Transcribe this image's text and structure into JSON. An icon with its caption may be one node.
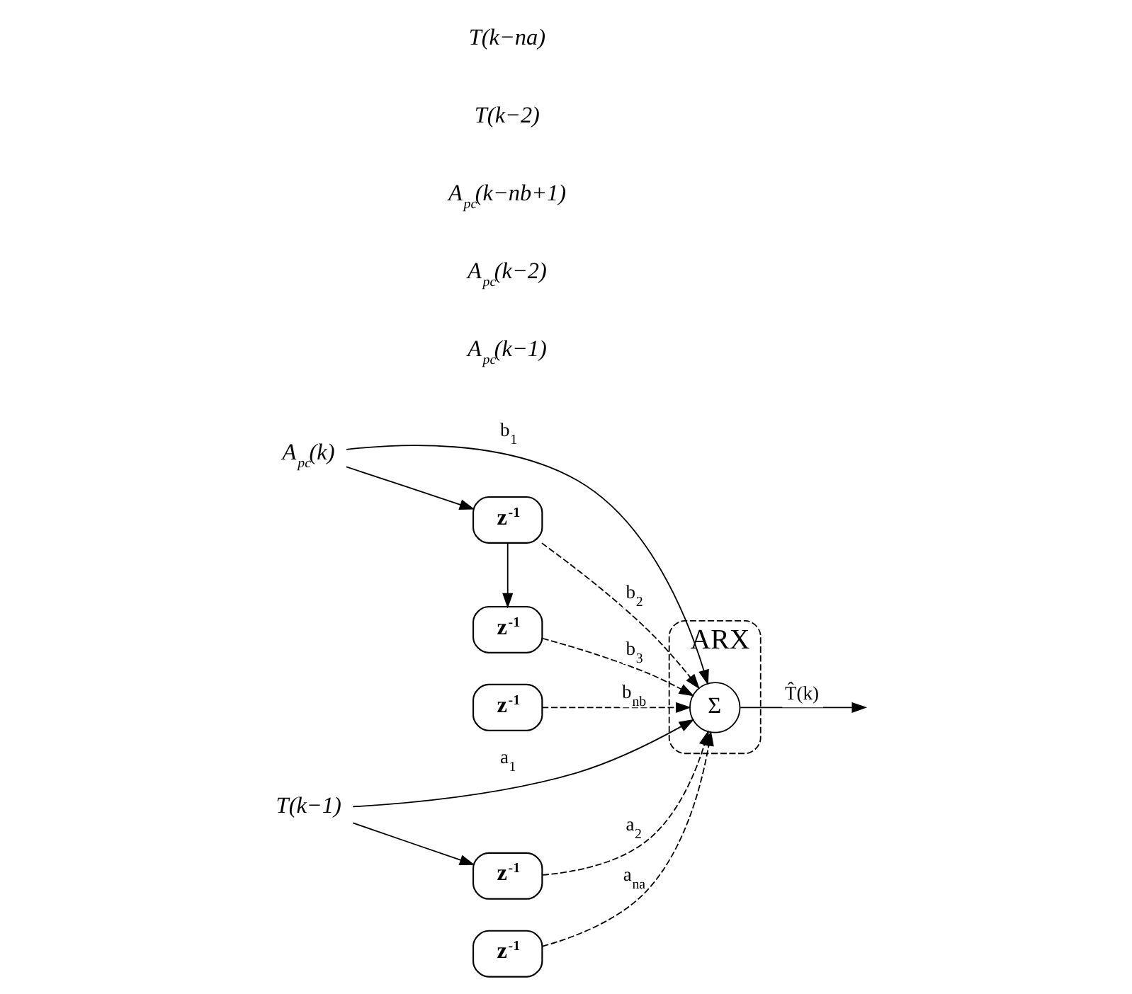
{
  "diagram": {
    "nodes": [
      {
        "text": [
          "ARX"
        ]
      },
      {
        "text": [
          "A$_{pc}$(k)"
        ]
      },
      {
        "text": [
          "z$^{-1}$"
        ]
      },
      {
        "text": [
          "z$^{-1}$"
        ]
      },
      {
        "text": [
          "z$^{-1}$"
        ]
      },
      {
        "text": [
          "Σ"
        ],
        "in": 0
      },
      {
        "text": [
          "T(k−1)"
        ]
      },
      {
        "text": [
          "z$^{-1}$"
        ]
      },
      {
        "text": [
          "z$^{-1}$"
        ]
      }
    ],
    "edges": [
      {
        "from": 1,
        "to": 2,
        "arrow": "to"
      },
      {
        "from": 1,
        "to": 5,
        "arrow": "to",
        "label": "b$_{1}$"
      },
      {
        "from": 2,
        "to": 3,
        "arrow": "to"
      },
      {
        "from": 2,
        "to": 5,
        "arrow": "to",
        "label": "b$_{2}$",
        "style": "dashed"
      },
      {
        "from": 3,
        "to": 5,
        "arrow": "to",
        "label": "b$_{3}$",
        "style": "dashed"
      },
      {
        "from": 4,
        "to": 5,
        "arrow": "to",
        "label": "b$_{nb}$",
        "style": "dashed"
      },
      {
        "from": 6,
        "to": 5,
        "arrow": "to",
        "label": "a$_{1}$"
      },
      {
        "from": 6,
        "to": 7,
        "arrow": "to"
      },
      {
        "from": 7,
        "to": 5,
        "arrow": "to",
        "label": "a$_{2}$",
        "style": "dashed"
      },
      {
        "from": 8,
        "to": 5,
        "arrow": "to",
        "label": "a$_{na}$",
        "style": "dashed"
      },
      {
        "from": 5,
        "to": null,
        "arrow": "to",
        "label": "T̂(k)"
      }
    ],
    "labels": [
      "A$_{pc}$(k−1)",
      "A$_{pc}$(k−2)",
      "A$_{pc}$(k−nb+1)",
      "T(k−2)",
      "T(k−na)"
    ]
  }
}
